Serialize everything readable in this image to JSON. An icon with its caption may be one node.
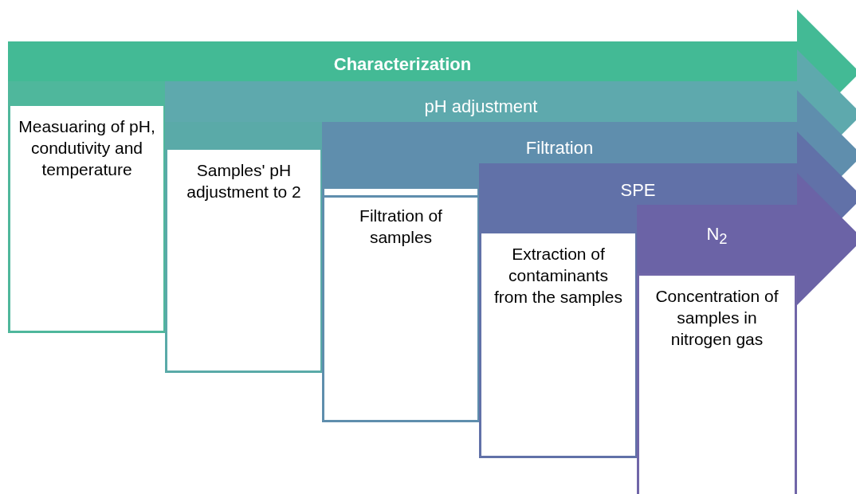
{
  "diagram": {
    "nodes": [
      {
        "text": [
          "Characterization"
        ]
      },
      {
        "text": [
          "Measuaring of pH, condutivity and temperature"
        ]
      },
      {
        "text": [
          "pH adjustment"
        ]
      },
      {
        "text": [
          "Samples' pH adjustment to 2"
        ]
      },
      {
        "text": [
          "Filtration"
        ]
      },
      {
        "text": [
          "Filtration of samples"
        ]
      },
      {
        "text": [
          "SPE"
        ]
      },
      {
        "text": [
          "Extraction of contaminants from the samples"
        ]
      },
      {
        "text": [
          "N$_{2}$"
        ]
      },
      {
        "text": [
          "Concentration of samples in nitrogen gas"
        ]
      }
    ]
  }
}
